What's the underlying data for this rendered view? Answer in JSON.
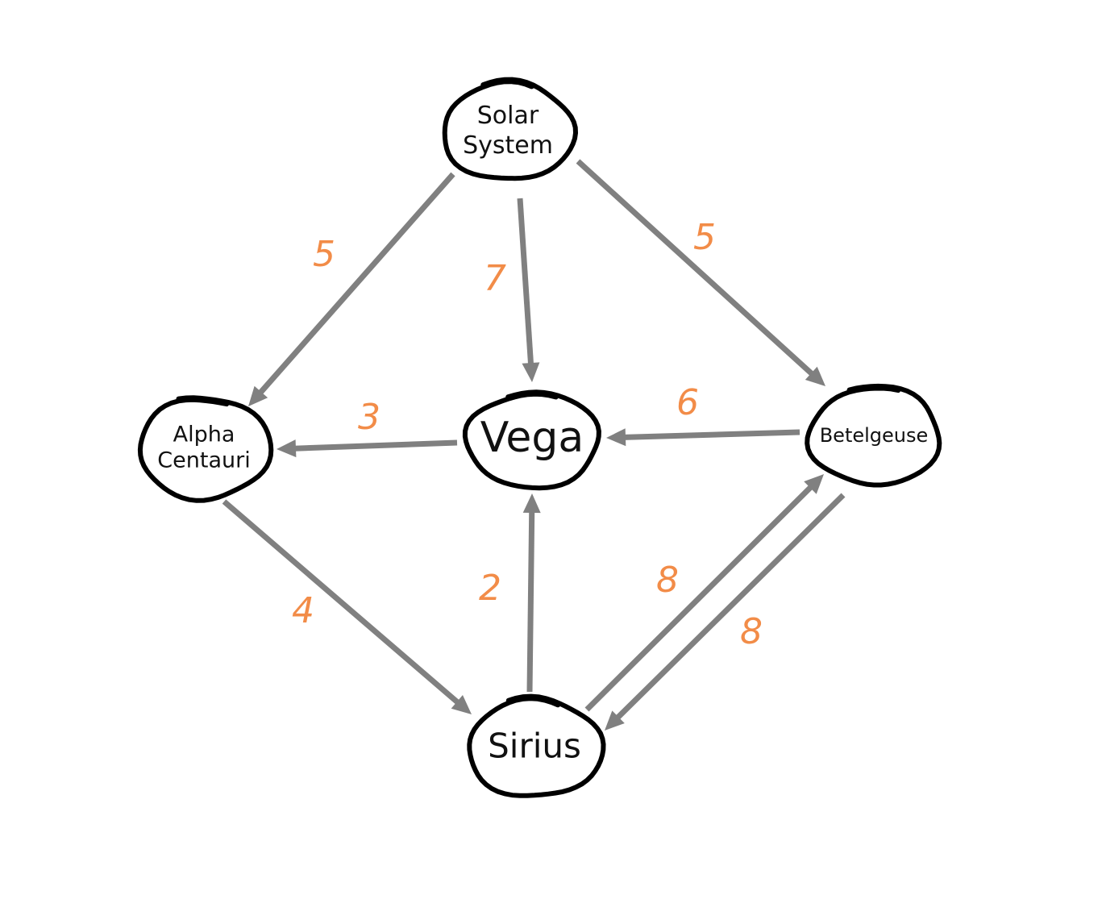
{
  "nodes": [
    {
      "id": "solar",
      "lines": [
        "Solar",
        "System"
      ]
    },
    {
      "id": "alpha",
      "lines": [
        "Alpha",
        "Centauri"
      ]
    },
    {
      "id": "vega",
      "lines": [
        "Vega"
      ]
    },
    {
      "id": "betelgeuse",
      "lines": [
        "Betelgeuse"
      ]
    },
    {
      "id": "sirius",
      "lines": [
        "Sirius"
      ]
    }
  ],
  "edges": [
    {
      "from": "solar",
      "to": "alpha",
      "weight": "5"
    },
    {
      "from": "solar",
      "to": "vega",
      "weight": "7"
    },
    {
      "from": "solar",
      "to": "betelgeuse",
      "weight": "5"
    },
    {
      "from": "vega",
      "to": "alpha",
      "weight": "3"
    },
    {
      "from": "betelgeuse",
      "to": "vega",
      "weight": "6"
    },
    {
      "from": "alpha",
      "to": "sirius",
      "weight": "4"
    },
    {
      "from": "sirius",
      "to": "vega",
      "weight": "2"
    },
    {
      "from": "sirius",
      "to": "betelgeuse",
      "weight": "8"
    },
    {
      "from": "betelgeuse",
      "to": "sirius",
      "weight": "8"
    }
  ],
  "colors": {
    "edge": "#808080",
    "weight": "#f28c48",
    "node_outline": "#000000"
  }
}
